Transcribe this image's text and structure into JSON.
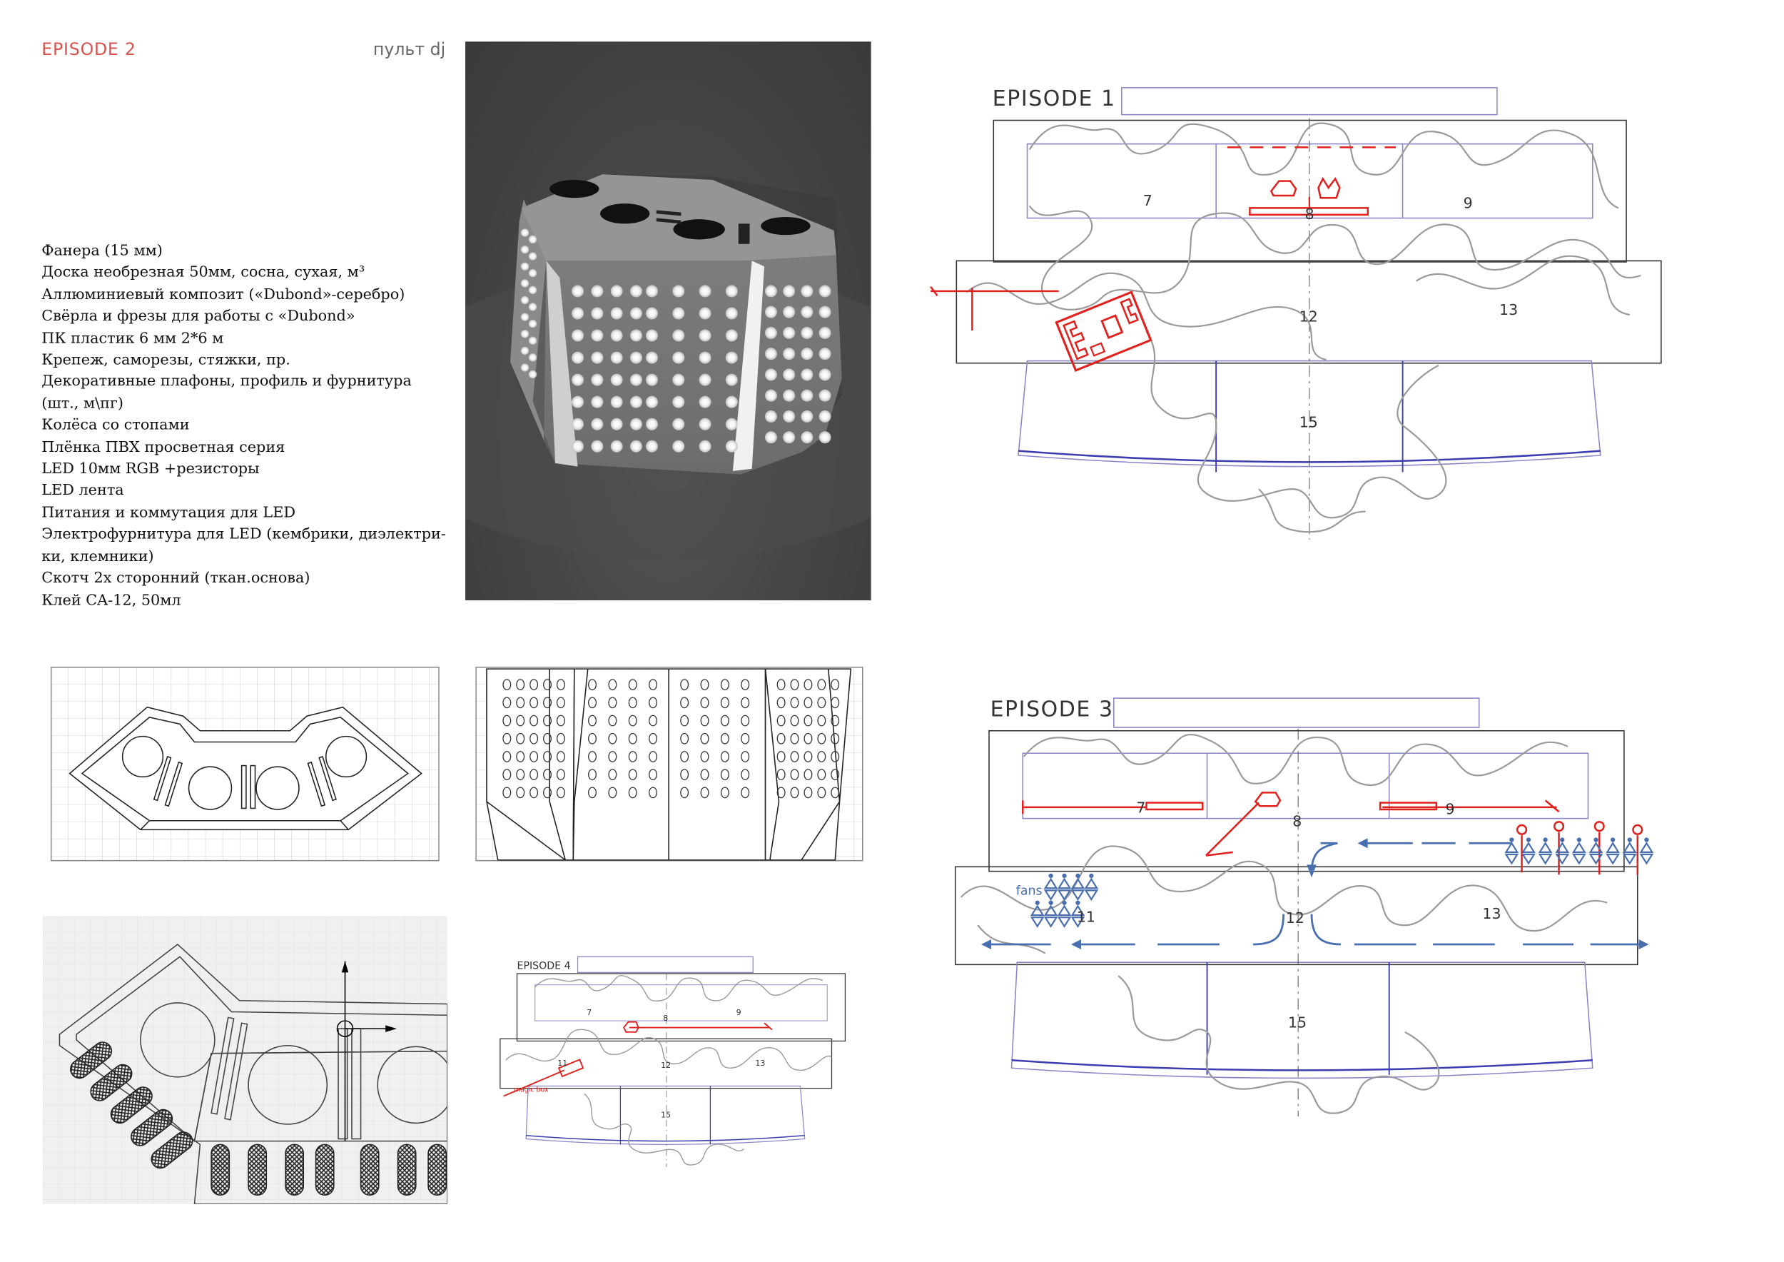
{
  "header": {
    "episode_title": "EPISODE 2",
    "subtitle": "пульт dj"
  },
  "materials": [
    "Фанера  (15 мм)",
    "Доска необрезная 50мм, сосна, сухая, м³",
    "Аллюминиевый композит («Dubond»-серебро)",
    "Свёрла и фрезы для работы с «Dubond»",
    "ПК пластик 6 мм 2*6 м",
    "Крепеж, саморезы, стяжки, пр.",
    "Декоративные плафоны, профиль и фурнитура (шт., м\\пг)",
    "Колёса со стопами",
    "Плёнка ПВХ просветная серия",
    "LED 10мм RGB +резисторы",
    "LED лента",
    "Питания и коммутация для  LED",
    "Электрофурнитура для LED (кембрики, диэлектри-ки, клемники)",
    "Скотч 2х сторонний (ткан.основа)",
    "Клей CA-12, 50мл"
  ],
  "plans": {
    "episode1": {
      "heading": "EPISODE 1",
      "zones": [
        "7",
        "8",
        "9",
        "12",
        "13",
        "15"
      ]
    },
    "episode3": {
      "heading": "EPISODE 3",
      "zones": [
        "7",
        "8",
        "9",
        "11",
        "12",
        "13",
        "15"
      ],
      "crowd_label": "fans"
    },
    "episode4": {
      "heading": "EPISODE 4",
      "zones": [
        "7",
        "8",
        "9",
        "11",
        "12",
        "13",
        "15"
      ],
      "magic_label": "magic box"
    }
  },
  "colors": {
    "accent_red": "#d9534f",
    "plan_red": "#e0211d",
    "plan_blue": "#4a6fb0",
    "outline_purple": "#8a86c9",
    "puzzle_grey": "#9a9a9a"
  }
}
